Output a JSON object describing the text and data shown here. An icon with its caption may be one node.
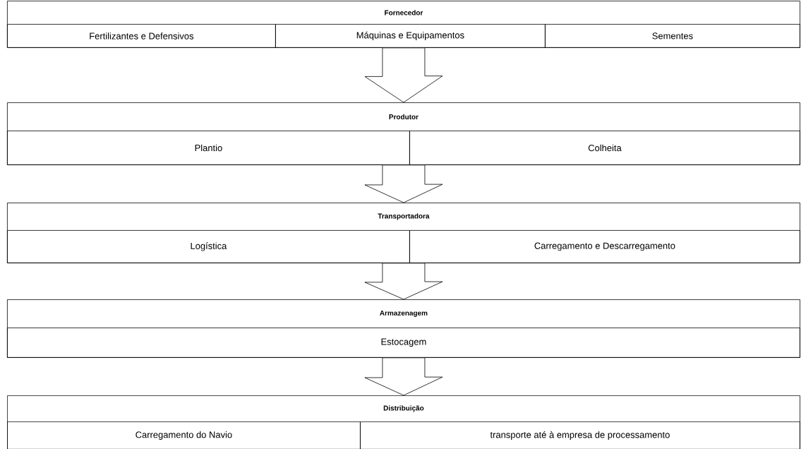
{
  "diagram": {
    "nodes": [
      {
        "text": [
          "Fornecedor"
        ]
      },
      {
        "text": [
          "Fertilizantes e Defensivos"
        ],
        "in": 0
      },
      {
        "text": [
          "Máquinas e Equipamentos"
        ],
        "in": 0
      },
      {
        "text": [
          "Sementes"
        ],
        "in": 0
      },
      {
        "text": [
          "Produtor"
        ]
      },
      {
        "text": [
          "Plantio"
        ],
        "in": 4
      },
      {
        "text": [
          "Colheita"
        ],
        "in": 4
      },
      {
        "text": [
          "Transportadora"
        ]
      },
      {
        "text": [
          "Logística"
        ],
        "in": 7
      },
      {
        "text": [
          "Carregamento e Descarregamento"
        ],
        "in": 7
      },
      {
        "text": [
          "Armazenagem"
        ]
      },
      {
        "text": [
          "Estocagem"
        ],
        "in": 10
      },
      {
        "text": [
          "Distribuição"
        ]
      },
      {
        "text": [
          "Carregamento do Navio"
        ],
        "in": 12
      },
      {
        "text": [
          "transporte até à empresa de processamento"
        ],
        "in": 12
      }
    ],
    "edges": [
      {
        "from": 0,
        "to": 4,
        "arrow": "to"
      },
      {
        "from": 4,
        "to": 7,
        "arrow": "to"
      },
      {
        "from": 7,
        "to": 10,
        "arrow": "to"
      },
      {
        "from": 10,
        "to": 12,
        "arrow": "to"
      }
    ]
  }
}
